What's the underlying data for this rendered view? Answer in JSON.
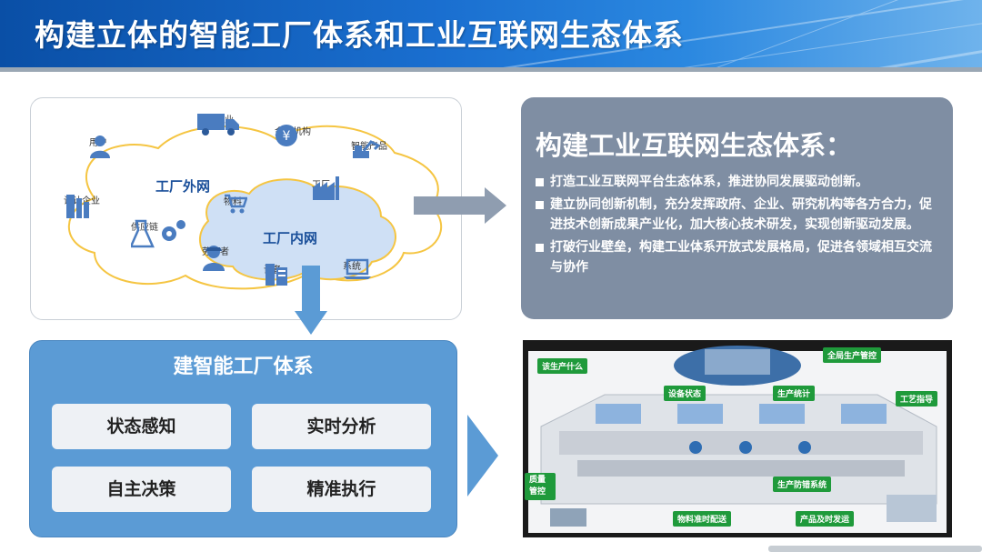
{
  "header": {
    "title": "构建立体的智能工厂体系和工业互联网生态体系"
  },
  "cloud": {
    "outer_label": "工厂外网",
    "inner_label": "工厂内网",
    "nodes": {
      "user": "用户",
      "logistics": "物流企业",
      "finance": "金融机构",
      "smart_product": "智能产品",
      "design": "设计企业",
      "material": "物料",
      "factory": "工厂",
      "supply": "供应链",
      "worker": "劳动者",
      "equipment": "设备",
      "system": "系统"
    }
  },
  "eco": {
    "title": "构建工业互联网生态体系：",
    "items": [
      "打造工业互联网平台生态体系，推进协同发展驱动创新。",
      "建立协同创新机制，充分发挥政府、企业、研究机构等各方合力，促进技术创新成果产业化，加大核心技术研发，实现创新驱动发展。",
      "打破行业壁垒，构建工业体系开放式发展格局，促进各领域相互交流与协作"
    ]
  },
  "smart": {
    "title": "建智能工厂体系",
    "cells": [
      "状态感知",
      "实时分析",
      "自主决策",
      "精准执行"
    ]
  },
  "factory": {
    "labels": {
      "global": "全局生产管控",
      "what": "该生产什么",
      "status": "设备状态",
      "stats": "生产统计",
      "process": "工艺指导",
      "quality": "质量管控",
      "error": "生产防错系统",
      "delivery": "物料准时配送",
      "ship": "产品及时发运"
    }
  },
  "colors": {
    "header": "#1a6fd0",
    "eco_box": "#7f8ea3",
    "smart_box": "#5b9bd5",
    "arrow": "#5b9bd5",
    "factory_label": "#1f9a3b"
  }
}
